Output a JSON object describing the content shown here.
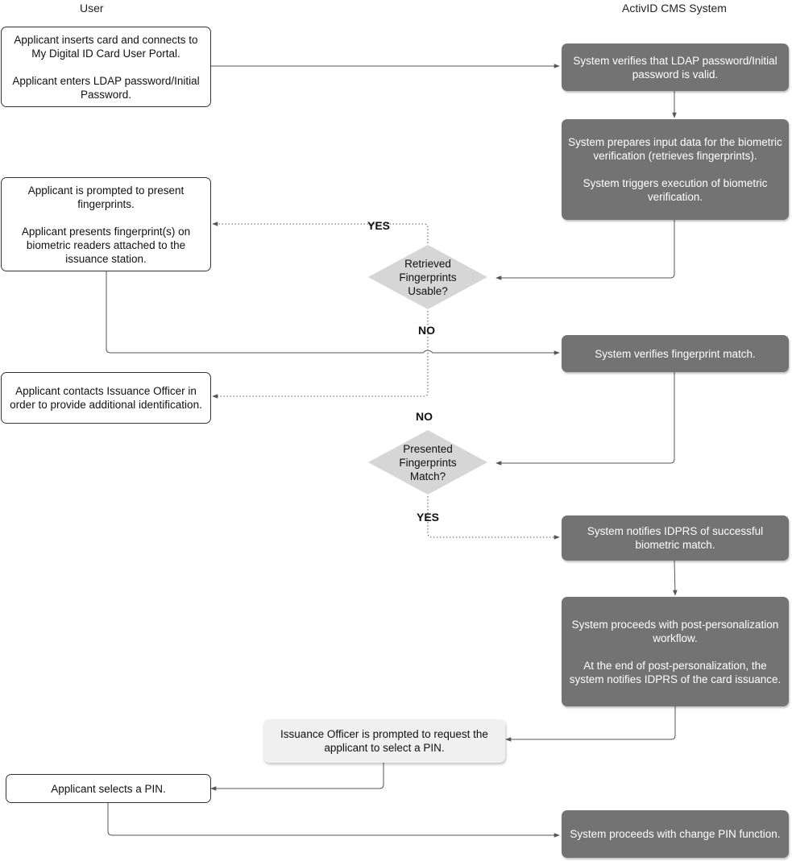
{
  "lanes": {
    "user": "User",
    "system": "ActivID CMS System"
  },
  "user_boxes": {
    "start": [
      "Applicant inserts card and connects to My Digital ID Card User Portal.",
      "Applicant enters LDAP password/Initial Password."
    ],
    "fingerprints": [
      "Applicant is prompted to present fingerprints.",
      "Applicant presents fingerprint(s) on biometric readers attached to the issuance station."
    ],
    "contact_officer": [
      "Applicant contacts Issuance Officer in order to provide additional identification."
    ],
    "officer_prompt": [
      "Issuance Officer is prompted to request the applicant to select a PIN."
    ],
    "select_pin": [
      "Applicant selects a PIN."
    ]
  },
  "system_boxes": {
    "verify_ldap": [
      "System verifies that LDAP password/Initial password is valid."
    ],
    "prepare_input": [
      "System prepares input data for the biometric verification (retrieves fingerprints).",
      "System triggers execution of biometric verification."
    ],
    "verify_match": [
      "System verifies fingerprint match."
    ],
    "notify_idprs": [
      "System notifies IDPRS of successful biometric match."
    ],
    "post_personalization": [
      "System proceeds with post-personalization workflow.",
      "At the end of post-personalization, the system notifies IDPRS of the card issuance."
    ],
    "change_pin": [
      "System proceeds with change PIN function."
    ]
  },
  "decisions": {
    "usable": "Retrieved Fingerprints Usable?",
    "match": "Presented Fingerprints Match?"
  },
  "labels": {
    "yes_usable": "YES",
    "no_usable": "NO",
    "no_match": "NO",
    "yes_match": "YES"
  },
  "colors": {
    "system_fill": "#737373",
    "decision_fill": "#d6d6d6",
    "officer_fill": "#f0f0f0",
    "line": "#555555"
  }
}
